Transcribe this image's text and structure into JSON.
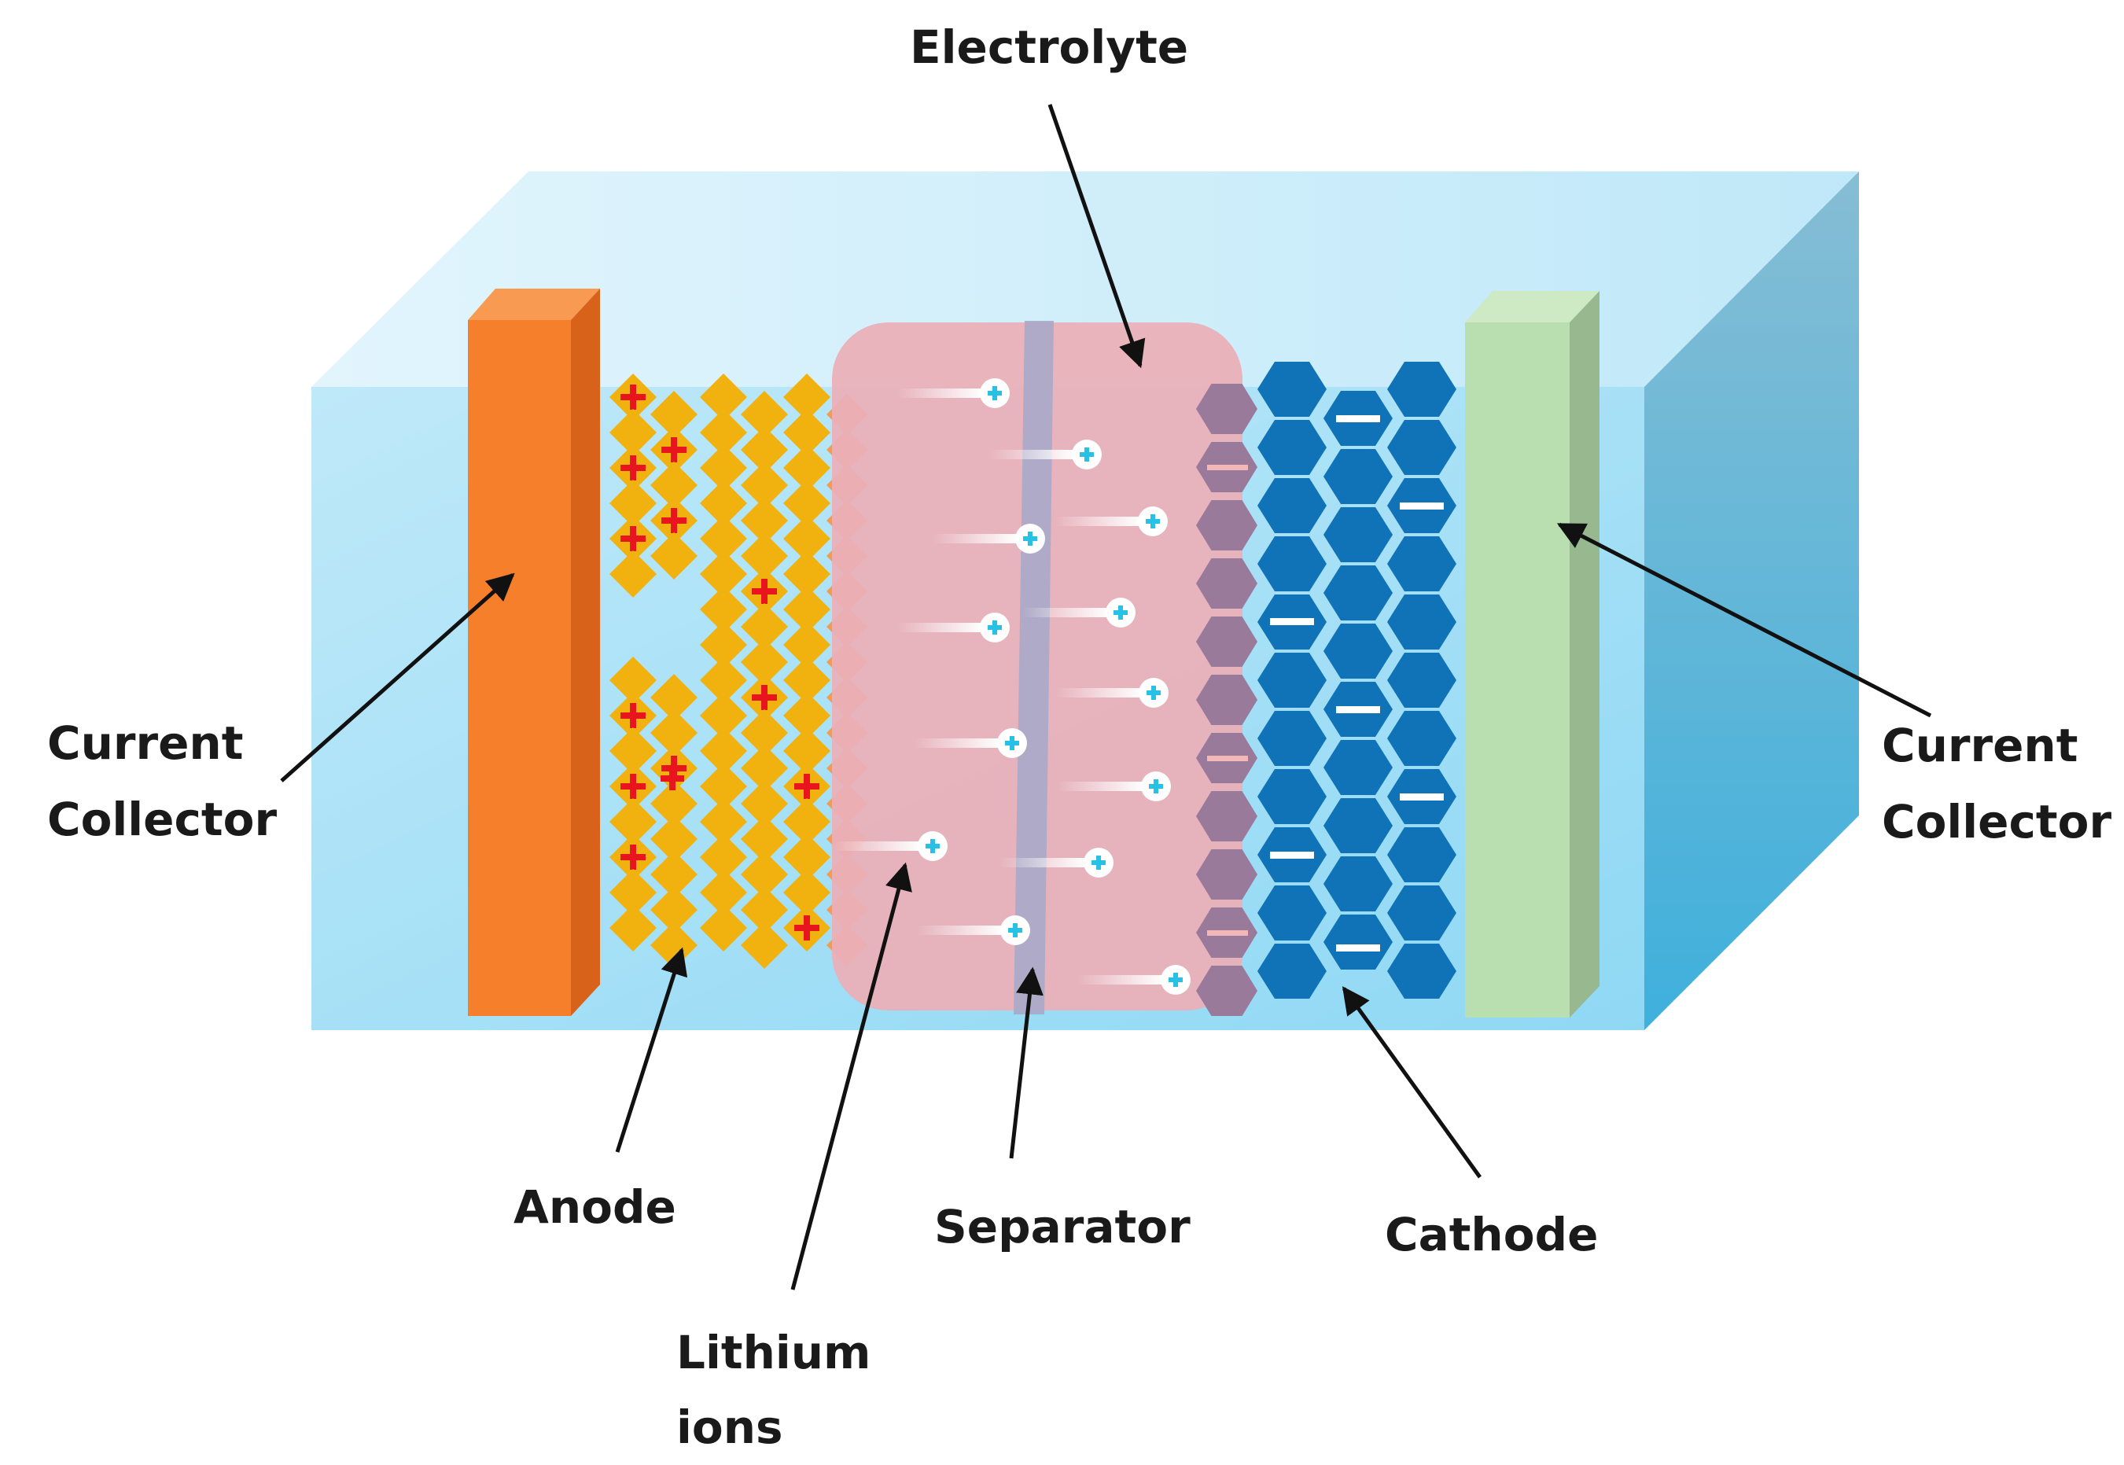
{
  "labels": {
    "electrolyte": "Electrolyte",
    "current_collector_left": [
      "Current",
      "Collector"
    ],
    "current_collector_right": [
      "Current",
      "Collector"
    ],
    "anode": "Anode",
    "lithium_ions": [
      "Lithium",
      "ions"
    ],
    "separator": "Separator",
    "cathode": "Cathode"
  },
  "symbols": {
    "plus": "+",
    "minus": "−"
  },
  "colors": {
    "box_front": "#aee3f7",
    "box_top": "#cdeefb",
    "box_side": "#6fb8d6",
    "left_collector": "#f57f2a",
    "left_collector_side": "#d9621a",
    "right_collector": "#b9dfb0",
    "right_collector_side": "#98b98f",
    "anode_diamond": "#f1b20f",
    "anode_edge_diamond": "#f59b4e",
    "plus_sign": "#e8141e",
    "electrolyte": "#eab0b8",
    "separator": "#a8a8c8",
    "ion_plus": "#27c1e6",
    "cathode_hex": "#1073b8",
    "cathode_edge_hex": "#9a7a9a",
    "arrow": "#111111"
  }
}
